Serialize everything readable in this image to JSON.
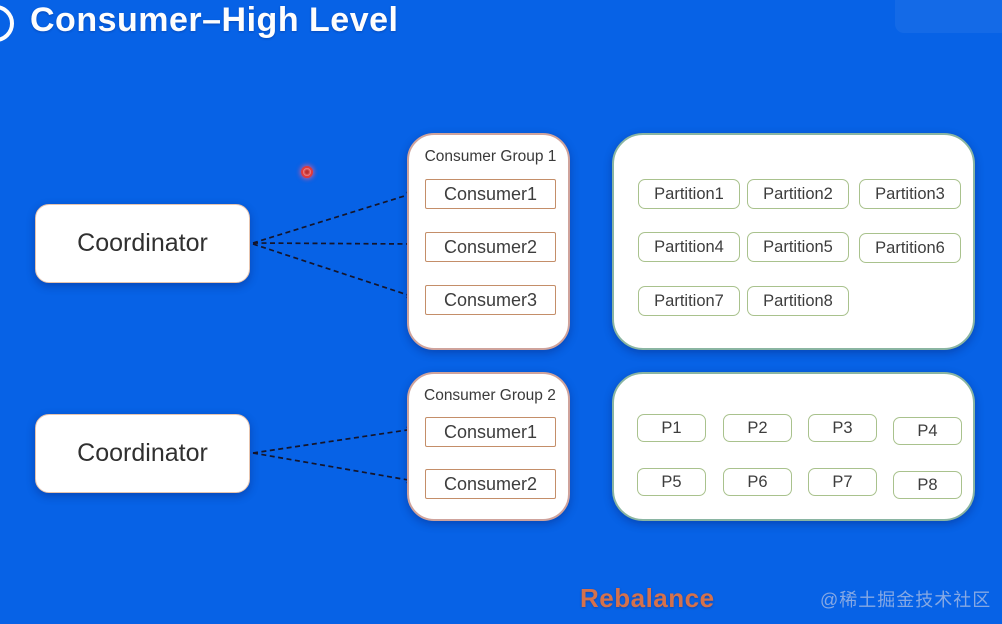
{
  "page": {
    "title": "Consumer–High Level",
    "caption": "Rebalance",
    "watermark": "@稀土掘金技术社区"
  },
  "colors": {
    "background": "#0762e6",
    "title_text": "#fdfdfd",
    "caption_orange": "#d4714c",
    "coordinator_border": "#e6c4ae",
    "consumer_chip_border": "#c48e69",
    "group_container_border": "#cfa39c",
    "partition_chip_border": "#a9c28d",
    "partition_container_border": "#8ab5a2",
    "arrow": "#15152a",
    "laser_dot": "#e23b3b",
    "watermark_text": "#a5bae4"
  },
  "coordinators": [
    {
      "label": "Coordinator"
    },
    {
      "label": "Coordinator"
    }
  ],
  "consumer_groups": [
    {
      "title": "Consumer Group 1",
      "consumers": [
        "Consumer1",
        "Consumer2",
        "Consumer3"
      ]
    },
    {
      "title": "Consumer Group 2",
      "consumers": [
        "Consumer1",
        "Consumer2"
      ]
    }
  ],
  "partition_sets": [
    {
      "partitions": [
        "Partition1",
        "Partition2",
        "Partition3",
        "Partition4",
        "Partition5",
        "Partition6",
        "Partition7",
        "Partition8"
      ]
    },
    {
      "partitions": [
        "P1",
        "P2",
        "P3",
        "P4",
        "P5",
        "P6",
        "P7",
        "P8"
      ]
    }
  ]
}
